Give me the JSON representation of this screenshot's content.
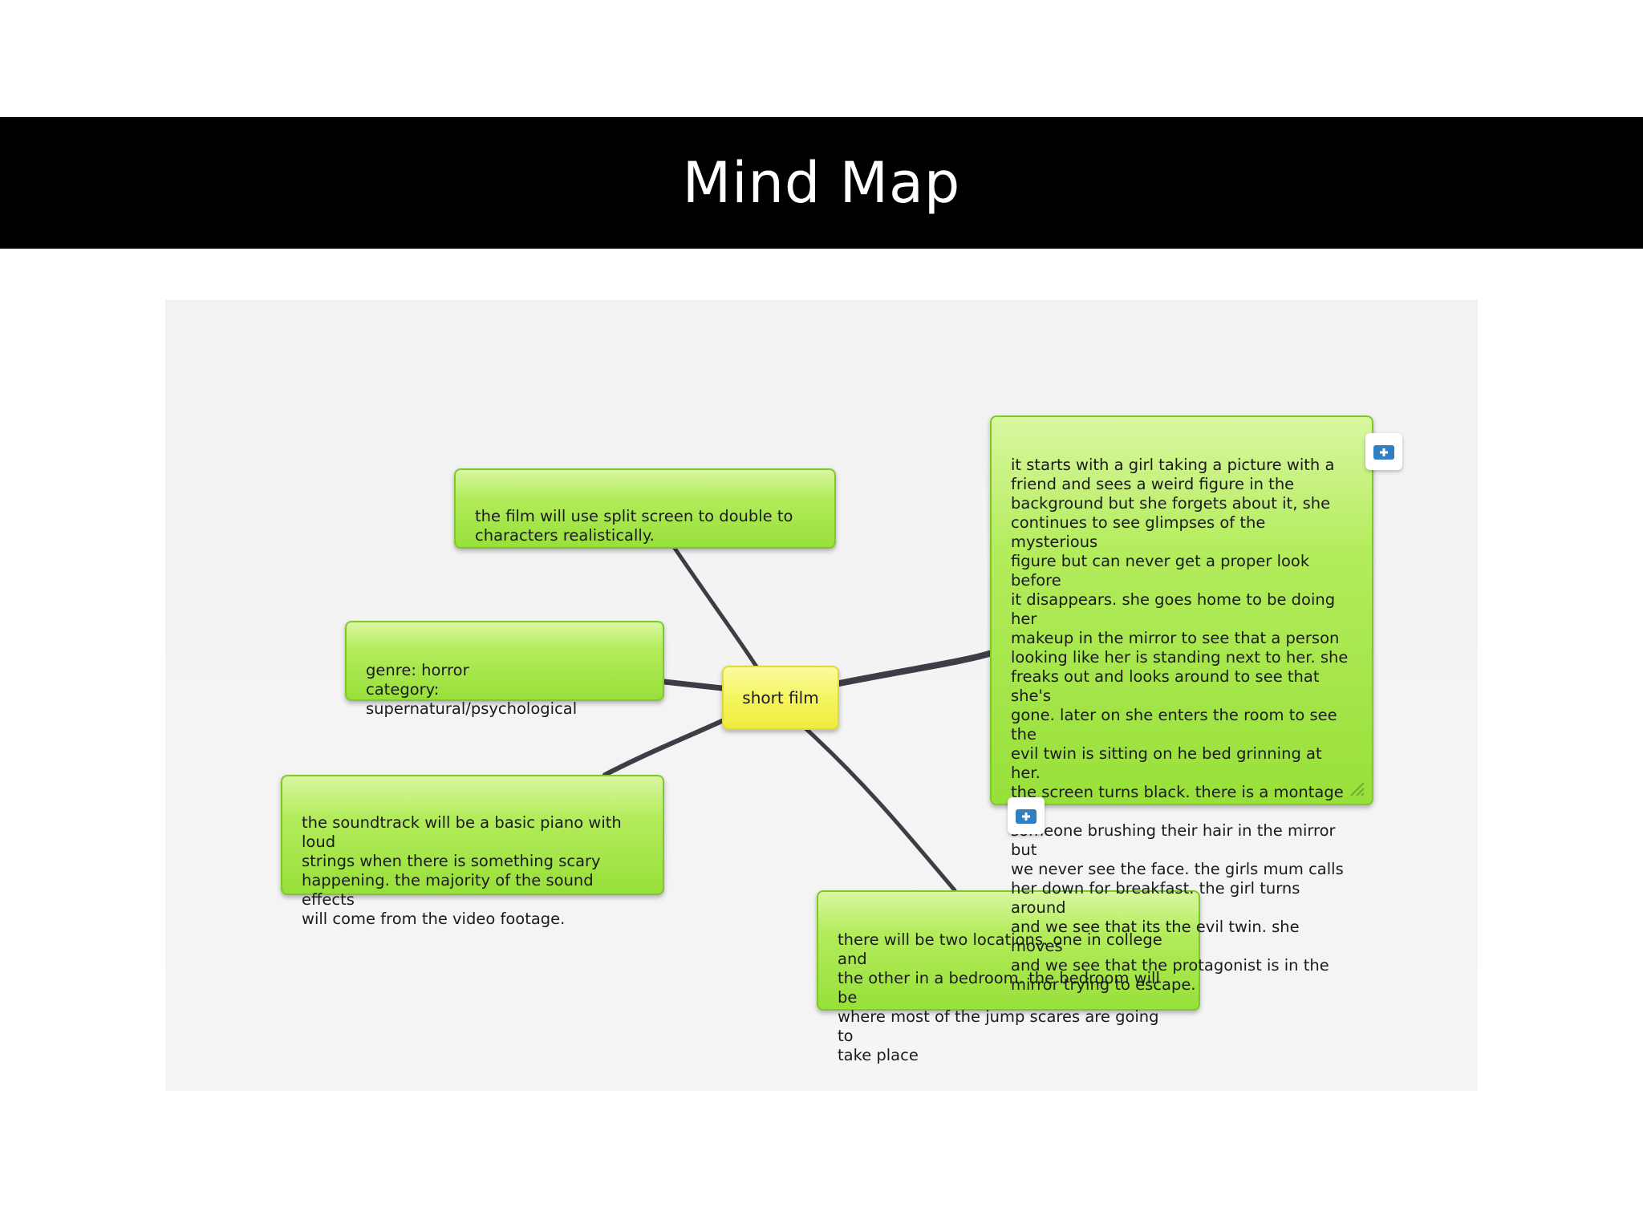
{
  "slide": {
    "title": "Mind Map"
  },
  "mindmap": {
    "central": "short film",
    "nodes": {
      "split_screen": "the film will use split screen to double to\ncharacters realistically.",
      "genre": "genre: horror\ncategory: supernatural/psychological",
      "soundtrack": "the soundtrack will be a basic piano with loud\nstrings when there is something scary\nhappening. the majority of the sound effects\nwill come from the video footage.",
      "locations": "there will be two locations. one in college and\nthe other in a bedroom. the bedroom will be\nwhere most of the jump scares are going to\ntake place",
      "plot": "it starts with a girl taking a picture with a\nfriend and sees a weird figure in the\nbackground but she forgets about it, she\ncontinues to see glimpses of the mysterious\nfigure but can never get a proper look before\nit disappears. she goes home to be doing her\nmakeup in the mirror to see that a person\nlooking like her is standing next to her. she\nfreaks out and looks around to see that she's\ngone. later on she enters the room to see the\nevil twin is sitting on he bed grinning at her.\nthe screen turns black. there is a montage of\nsomeone brushing their hair in the mirror but\nwe never see the face. the girls mum calls\nher down for breakfast. the girl turns around\nand we see that its the evil twin. she moves\nand we see that the protagonist is in the\nmirror trying to escape."
    },
    "icons": {
      "add_child": "add-icon",
      "resize": "resize-grip-icon"
    },
    "colors": {
      "node_green": "#a4e448",
      "node_border": "#7ec82a",
      "central_yellow": "#f2f25a",
      "connector": "#3d3d45",
      "add_icon_blue": "#2f7fc1"
    }
  }
}
